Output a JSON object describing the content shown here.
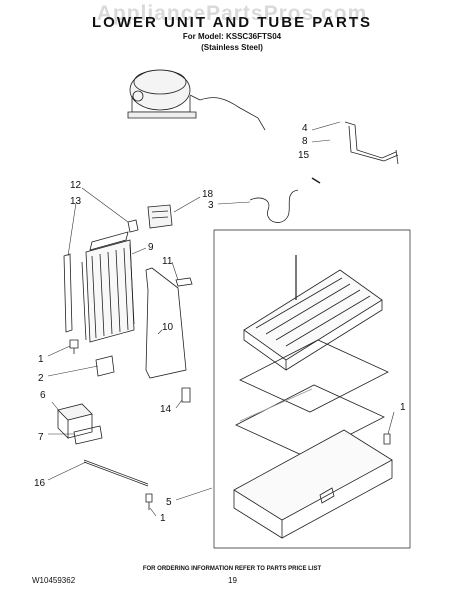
{
  "header": {
    "title": "LOWER UNIT AND TUBE PARTS",
    "model_line": "For Model: KSSC36FTS04",
    "finish_line": "(Stainless Steel)"
  },
  "watermark": "AppliancePartsPros.com",
  "callouts": {
    "c4": "4",
    "c8": "8",
    "c15": "15",
    "c12": "12",
    "c18": "18",
    "c13": "13",
    "c3": "3",
    "c9": "9",
    "c11": "11",
    "c10": "10",
    "c1a": "1",
    "c2": "2",
    "c6": "6",
    "c14": "14",
    "c1b": "1",
    "c7": "7",
    "c16": "16",
    "c5": "5",
    "c1c": "1"
  },
  "footer": {
    "doc_number": "W10459362",
    "page": "19",
    "note": "FOR ORDERING INFORMATION REFER TO PARTS PRICE LIST"
  }
}
